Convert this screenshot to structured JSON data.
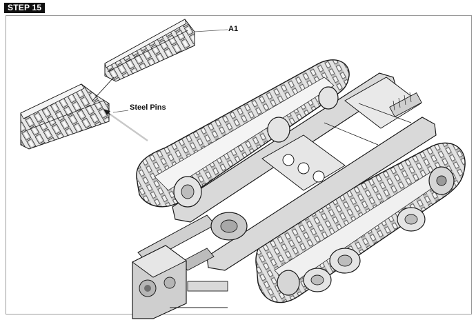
{
  "step": {
    "label": "STEP 15"
  },
  "callouts": {
    "part": "A1",
    "pins": "Steel Pins"
  },
  "colors": {
    "ink": "#1a1a1a",
    "frame": "#9a9a9a",
    "metal": "#d9d9d9",
    "shadow": "#8c8c8c",
    "badge": "#111111"
  }
}
